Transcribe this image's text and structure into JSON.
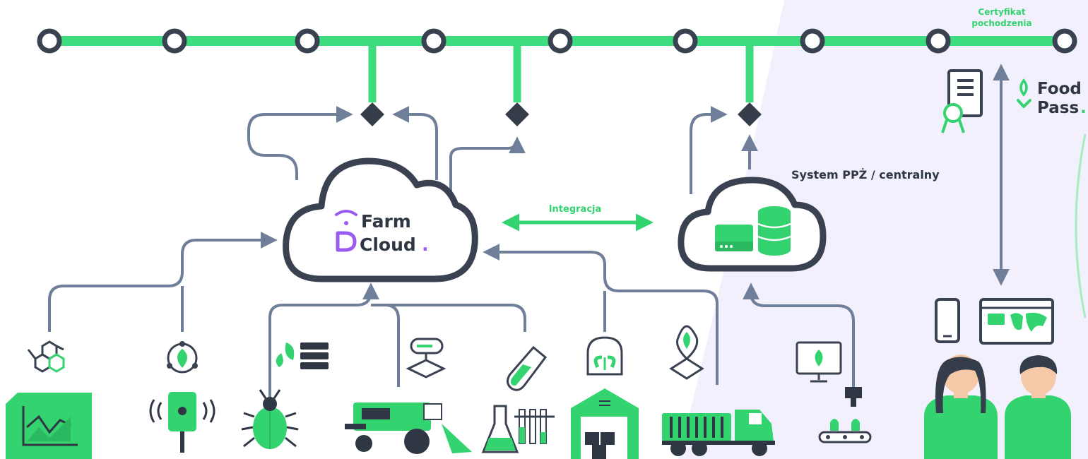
{
  "colors": {
    "rail": "#3ddc7e",
    "rail_light": "#62e28f",
    "node_stroke": "#3a4252",
    "diamond": "#353d4b",
    "connector": "#6f7f99",
    "cloud_stroke": "#3a4252",
    "accent_green": "#33d46f",
    "accent_purple": "#9a5cf0",
    "dark": "#2f3644",
    "panel_bg": "#f2f0fc"
  },
  "labels": {
    "certificate": "Certyfikat pochodzenia",
    "certificate_line1": "Certyfikat",
    "certificate_line2": "pochodzenia",
    "integration": "Integracja",
    "central_system": "System PPŻ / centralny"
  },
  "farmcloud": {
    "word1": "Farm",
    "word2": "Cloud",
    "dot": "."
  },
  "foodpass": {
    "word1": "Food",
    "word2": "Pass",
    "dot": "."
  },
  "icons": [
    "honeycomb-icon",
    "chart-document-icon",
    "leaf-network-icon",
    "sensor-icon",
    "leaf-server-icon",
    "beetle-icon",
    "field-monitor-icon",
    "harvester-icon",
    "test-tube-icon",
    "lab-flask-icon",
    "greenhouse-icon",
    "warehouse-icon",
    "location-leaf-icon",
    "truck-icon",
    "computer-leaf-icon",
    "conveyor-icon",
    "certificate-icon",
    "smartphone-icon",
    "world-map-browser-icon",
    "woman-avatar-icon",
    "man-avatar-icon",
    "server-icon",
    "database-icon"
  ]
}
